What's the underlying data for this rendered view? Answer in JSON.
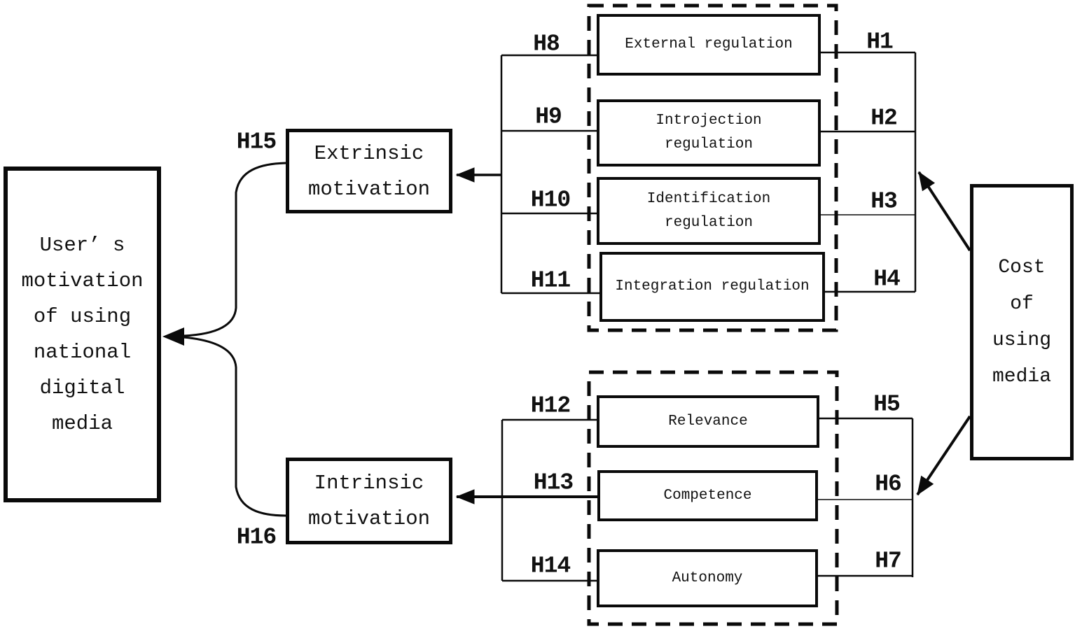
{
  "page": {
    "background": "#ffffff",
    "line_color": "#0a0a0a"
  },
  "diagram": {
    "nodes": {
      "user_motivation": "User’ s\nmotivation\nof using\nnational\ndigital\nmedia",
      "extrinsic_motivation": "Extrinsic\nmotivation",
      "intrinsic_motivation": "Intrinsic\nmotivation",
      "external_regulation": "External regulation",
      "introjection_regulation": "Introjection\nregulation",
      "identification_regulation": "Identification\nregulation",
      "integration_regulation": "Integration regulation",
      "relevance": "Relevance",
      "competence": "Competence",
      "autonomy": "Autonomy",
      "cost_of_using_media": "Cost\nof\nusing\nmedia"
    },
    "hypothesis_labels": {
      "h1": "H1",
      "h2": "H2",
      "h3": "H3",
      "h4": "H4",
      "h5": "H5",
      "h6": "H6",
      "h7": "H7",
      "h8": "H8",
      "h9": "H9",
      "h10": "H10",
      "h11": "H11",
      "h12": "H12",
      "h13": "H13",
      "h14": "H14",
      "h15": "H15",
      "h16": "H16"
    }
  }
}
